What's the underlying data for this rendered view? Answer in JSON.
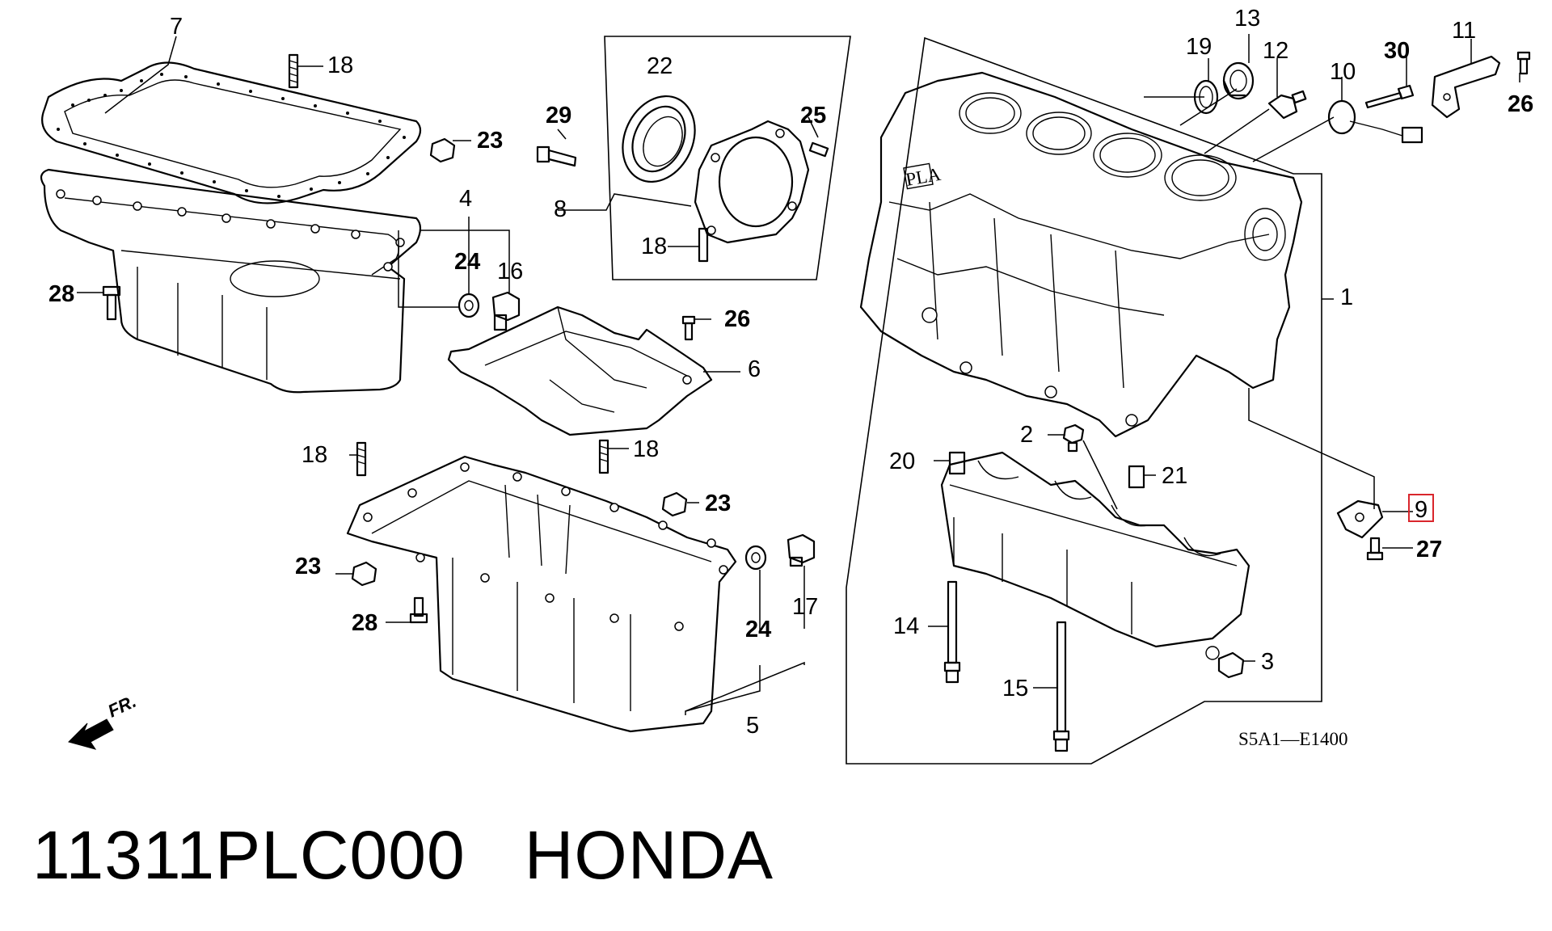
{
  "diagram": {
    "callouts": [
      "1",
      "2",
      "3",
      "4",
      "5",
      "6",
      "7",
      "8",
      "9",
      "10",
      "11",
      "12",
      "13",
      "14",
      "15",
      "16",
      "17",
      "18",
      "18",
      "18",
      "18",
      "19",
      "20",
      "21",
      "22",
      "23",
      "23",
      "23",
      "24",
      "24",
      "25",
      "26",
      "26",
      "27",
      "28",
      "28",
      "29",
      "30"
    ],
    "diagram_code": "S5A1—E1400",
    "direction_label": "FR.",
    "highlighted_callout": "9",
    "highlight_color": "#d9262c"
  },
  "caption": {
    "part_number": "11311PLC000",
    "brand": "HONDA"
  }
}
